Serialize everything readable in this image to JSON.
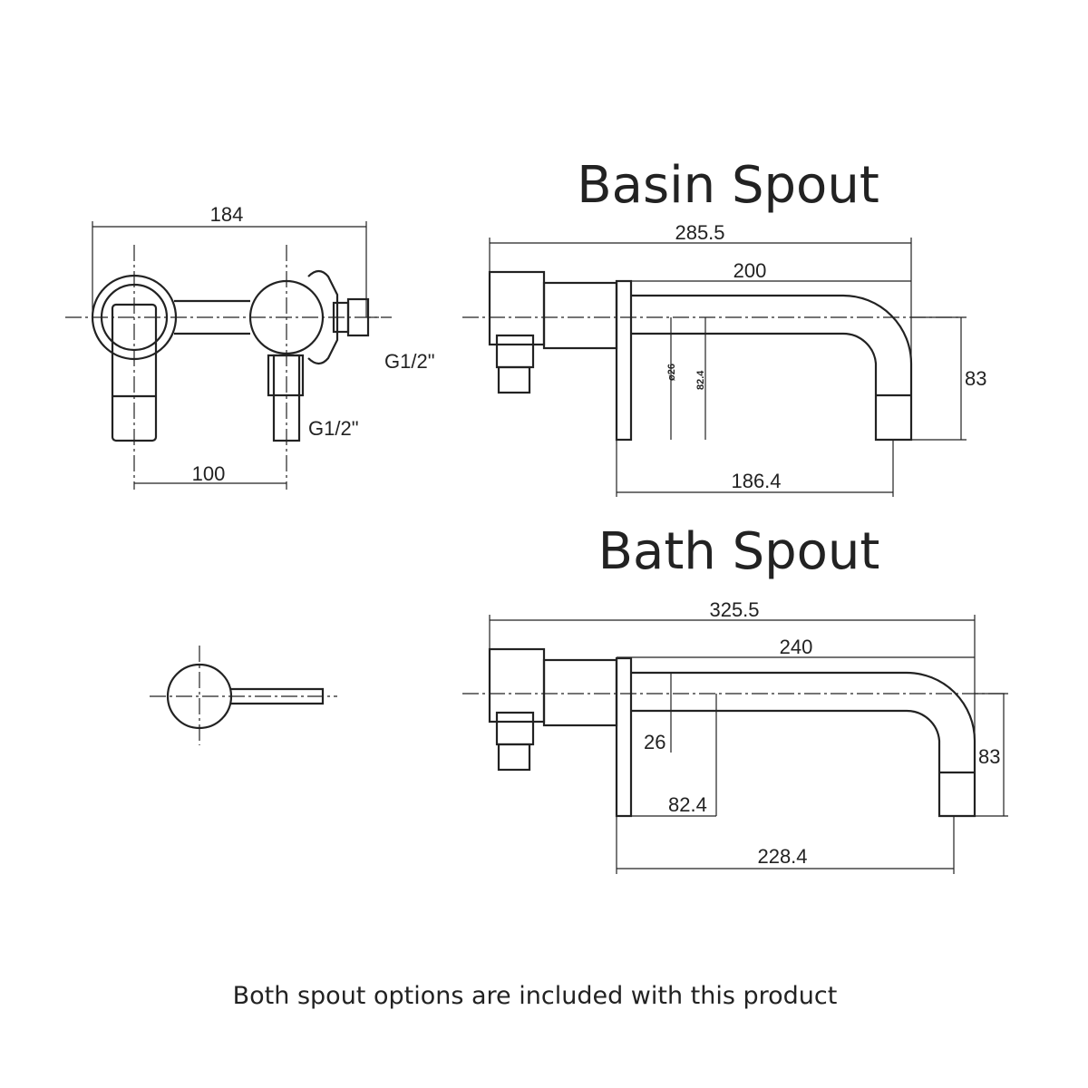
{
  "front_view": {
    "width_label": "184",
    "centers_label": "100",
    "inlet_side_label": "G1/2\"",
    "inlet_bottom_label": "G1/2\""
  },
  "basin_spout": {
    "title": "Basin Spout",
    "overall_length": "285.5",
    "spout_length": "200",
    "height": "83",
    "projection": "186.4",
    "diameter": "ø26",
    "handle_offset": "82.4"
  },
  "bath_spout": {
    "title": "Bath Spout",
    "overall_length": "325.5",
    "spout_length": "240",
    "height": "83",
    "projection": "228.4",
    "diameter": "26",
    "handle_offset": "82.4"
  },
  "footer": {
    "note": "Both spout options are included with this product"
  }
}
